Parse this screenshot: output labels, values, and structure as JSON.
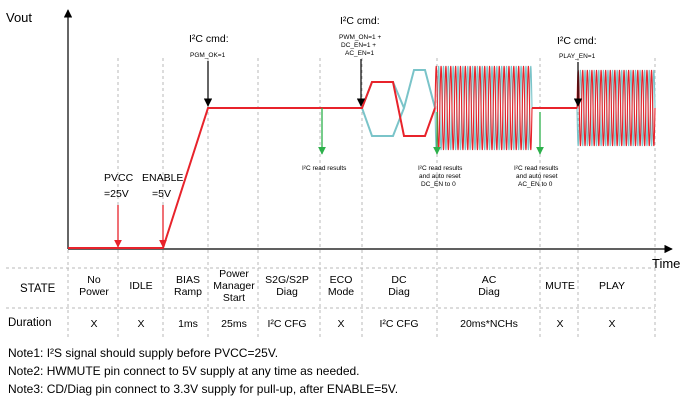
{
  "axes": {
    "y_label": "Vout",
    "x_label": "Time"
  },
  "i2c_commands": [
    {
      "title": "I²C cmd:",
      "details": [
        "PGM_OK=1"
      ]
    },
    {
      "title": "I²C cmd:",
      "details": [
        "PWM_ON=1 +",
        "DC_EN=1 +",
        "AC_EN=1"
      ]
    },
    {
      "title": "I²C cmd:",
      "details": [
        "PLAY_EN=1"
      ]
    }
  ],
  "supply_events": [
    {
      "lines": [
        "PVCC",
        "=25V"
      ]
    },
    {
      "lines": [
        "ENABLE",
        "=5V"
      ]
    }
  ],
  "read_results": [
    {
      "lines": [
        "I²C read results"
      ]
    },
    {
      "lines": [
        "I²C read results",
        "and auto reset",
        "DC_EN to 0"
      ]
    },
    {
      "lines": [
        "I²C read results",
        "and auto reset",
        "AC_EN to 0"
      ]
    }
  ],
  "table": {
    "row_headers": [
      "STATE",
      "Duration"
    ],
    "columns": [
      {
        "state": [
          "No",
          "Power"
        ],
        "duration": "X"
      },
      {
        "state": [
          "IDLE"
        ],
        "duration": "X"
      },
      {
        "state": [
          "BIAS",
          "Ramp"
        ],
        "duration": "1ms"
      },
      {
        "state": [
          "Power",
          "Manager",
          "Start"
        ],
        "duration": "25ms"
      },
      {
        "state": [
          "S2G/S2P",
          "Diag"
        ],
        "duration": "I²C CFG"
      },
      {
        "state": [
          "ECO",
          "Mode"
        ],
        "duration": "X"
      },
      {
        "state": [
          "DC",
          "Diag"
        ],
        "duration": "I²C CFG"
      },
      {
        "state": [
          "AC",
          "Diag"
        ],
        "duration": "20ms*NCHs"
      },
      {
        "state": [
          "MUTE"
        ],
        "duration": "X"
      },
      {
        "state": [
          "PLAY"
        ],
        "duration": "X"
      }
    ]
  },
  "notes": [
    "Note1: I²S signal should supply before PVCC=25V.",
    "Note2: HWMUTE pin connect to 5V supply at any time as needed.",
    "Note3: CD/Diag pin connect to 3.3V supply for pull-up, after ENABLE=5V."
  ],
  "colors": {
    "signal": "#e8232b",
    "complement": "#7ac4c9",
    "read_arrow": "#2db04b",
    "axis": "#000000",
    "divider": "#b8b8b8"
  }
}
